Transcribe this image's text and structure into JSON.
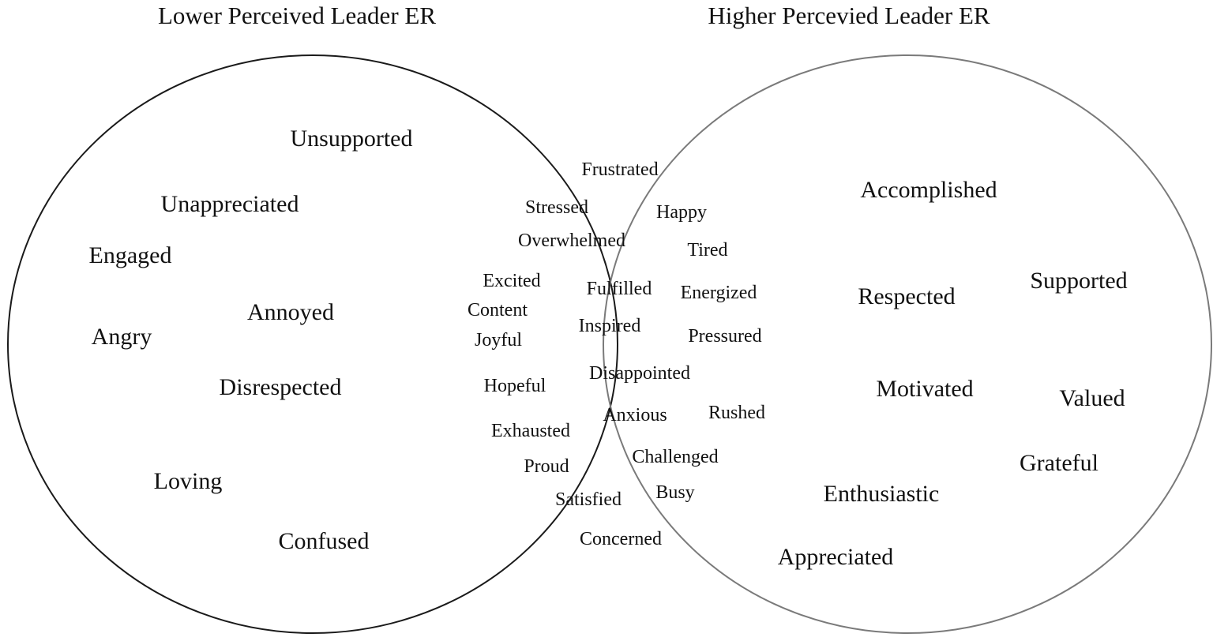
{
  "titles": {
    "left": "Lower Perceived Leader ER",
    "right": "Higher Percevied Leader ER"
  },
  "left_words": [
    "Unsupported",
    "Unappreciated",
    "Engaged",
    "Annoyed",
    "Angry",
    "Disrespected",
    "Loving",
    "Confused"
  ],
  "overlap_words": [
    "Frustrated",
    "Stressed",
    "Happy",
    "Overwhelmed",
    "Tired",
    "Excited",
    "Fulfilled",
    "Energized",
    "Content",
    "Inspired",
    "Pressured",
    "Joyful",
    "Hopeful",
    "Disappointed",
    "Exhausted",
    "Anxious",
    "Rushed",
    "Proud",
    "Challenged",
    "Satisfied",
    "Busy",
    "Concerned"
  ],
  "right_words": [
    "Accomplished",
    "Respected",
    "Supported",
    "Motivated",
    "Valued",
    "Grateful",
    "Enthusiastic",
    "Appreciated"
  ]
}
